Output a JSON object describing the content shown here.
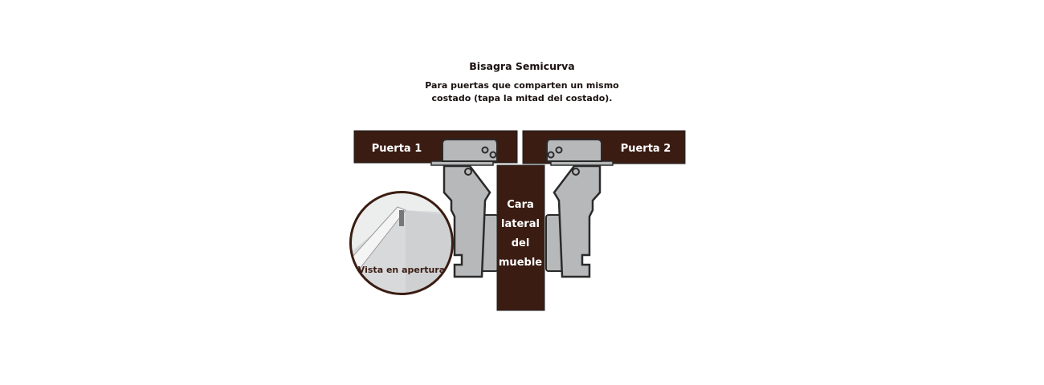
{
  "title": "Bisagra Semicurva",
  "subtitle_line1": "Para puertas que comparten un mismo",
  "subtitle_line2": "costado (tapa la mitad del costado).",
  "labels": {
    "door1": "Puerta 1",
    "door2": "Puerta 2",
    "side_lines": [
      "Cara",
      "lateral",
      "del",
      "mueble"
    ],
    "detail": "Vista en apertura"
  },
  "colors": {
    "wood": "#3a1c12",
    "metal": "#b7b8ba",
    "outline": "#2a2a2a"
  }
}
